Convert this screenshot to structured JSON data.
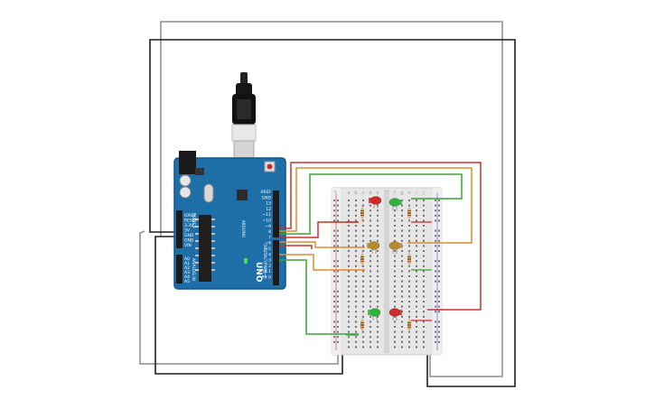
{
  "board": {
    "logo_text": "UNO",
    "brand_text": "ARDUINO",
    "power_labels": [
      "IOREF",
      "RESET",
      "3.3V",
      "5V",
      "GND",
      "GND",
      "VIN"
    ],
    "analog_labels": [
      "A0",
      "A1",
      "A2",
      "A3",
      "A4",
      "A5"
    ],
    "digital_labels": [
      "AREF",
      "GND",
      "13",
      "12",
      "~11",
      "~10",
      "~9",
      "8",
      "7",
      "~6",
      "~5",
      "4",
      "~3",
      "2",
      "TX 1",
      "RX 0"
    ],
    "section_power": "POWER",
    "section_analog": "ANALOG IN",
    "section_digital": "DIGITAL (PWM~)"
  },
  "breadboard": {
    "columns_left": [
      "a",
      "b",
      "c",
      "d",
      "e"
    ],
    "columns_right": [
      "f",
      "g",
      "h",
      "i",
      "j"
    ],
    "rail_plus": "+",
    "rail_minus": "-"
  },
  "leds": {
    "colors": {
      "red": "#d02a24",
      "yellow": "#b7892e",
      "green": "#2fb13d"
    }
  },
  "wires": {
    "colors": {
      "black": "#1f1f1f",
      "grey": "#8c8c8c",
      "red": "#c9302c",
      "orange": "#e08c2b",
      "green": "#3aa33a"
    }
  }
}
